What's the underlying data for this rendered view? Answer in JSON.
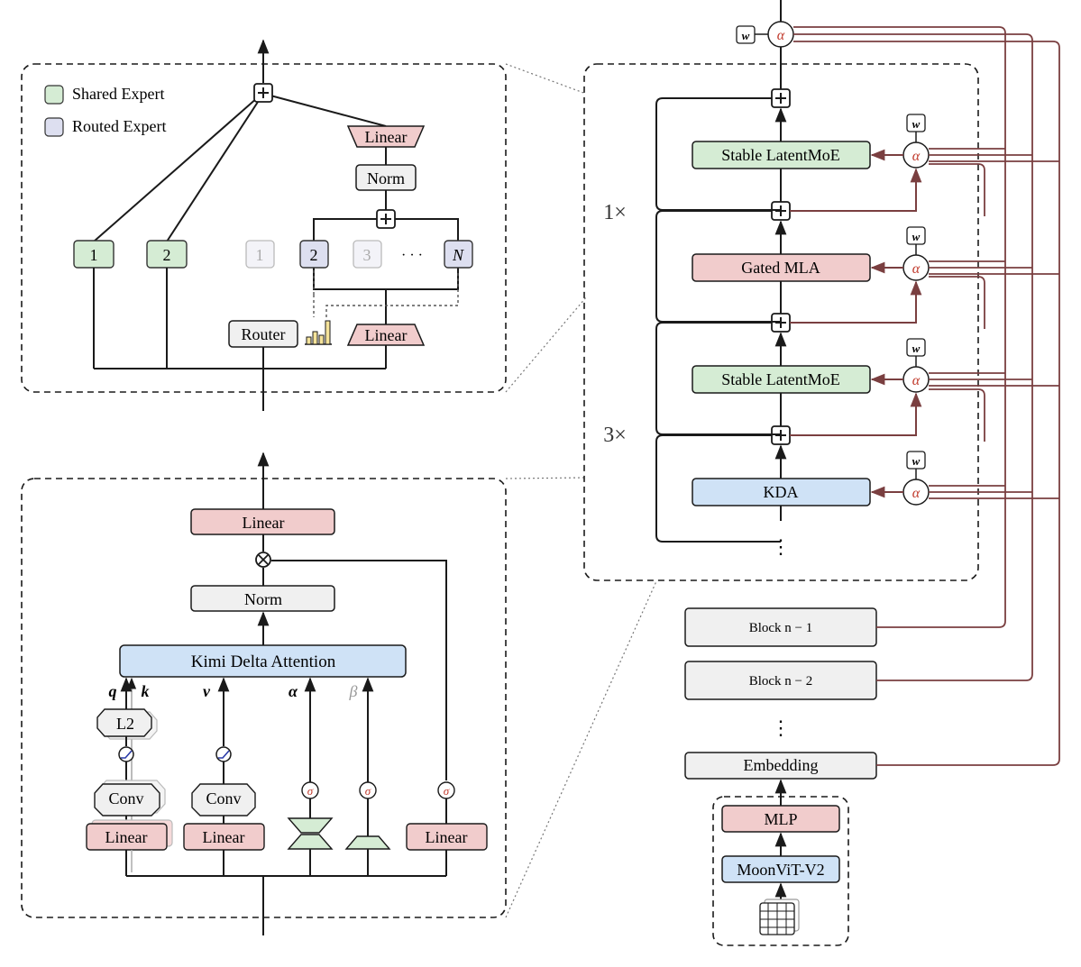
{
  "legend": {
    "shared": "Shared Expert",
    "routed": "Routed Expert"
  },
  "moe": {
    "linear_top": "Linear",
    "norm": "Norm",
    "linear_bottom": "Linear",
    "router": "Router",
    "shared_experts": [
      "1",
      "2"
    ],
    "routed_experts": [
      "1",
      "2",
      "3",
      "N"
    ],
    "ellipsis": "· · ·"
  },
  "kda": {
    "linear_out": "Linear",
    "norm": "Norm",
    "attention": "Kimi Delta Attention",
    "inputs": {
      "q": "q",
      "k": "k",
      "v": "v",
      "alpha": "α",
      "beta": "β"
    },
    "l2": "L2",
    "conv": "Conv",
    "linear": "Linear",
    "sigma": "σ"
  },
  "stack": {
    "repeat_1": "1×",
    "repeat_3": "3×",
    "layers": [
      "Stable LatentMoE",
      "Gated MLA",
      "Stable LatentMoE",
      "KDA"
    ],
    "w": "w",
    "alpha": "α",
    "vdots": "⋮"
  },
  "blocks": {
    "block_n1": "Block n − 1",
    "block_n2": "Block n − 2",
    "vdots": "⋮",
    "embedding": "Embedding",
    "mlp": "MLP",
    "vit": "MoonViT-V2"
  },
  "colors": {
    "green": "#d5ecd4",
    "red": "#f1cccc",
    "blue": "#cfe2f6",
    "gray": "#f0f0f0",
    "lavender": "#dddff0",
    "line": "#1a1a1a",
    "residual": "#7a3f40",
    "faint": "#b8b8b8"
  }
}
